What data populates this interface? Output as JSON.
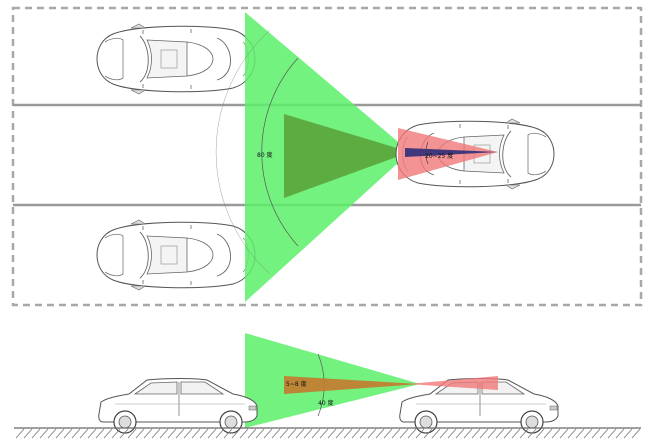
{
  "labels": {
    "top_wide_angle": "80 度",
    "top_narrow_angle": "20~25 度",
    "side_wide_angle": "40 度",
    "side_narrow_angle": "5~8 度"
  },
  "colors": {
    "wide_zone": "#5cf06a",
    "narrow_zone_top": "#5aa43a",
    "red_zone": "#f07878",
    "narrow_zone_side": "#c47a2e",
    "dashed_border": "#a8a8a8",
    "lane_line": "#9a9a9a",
    "car_outline": "#555555"
  }
}
